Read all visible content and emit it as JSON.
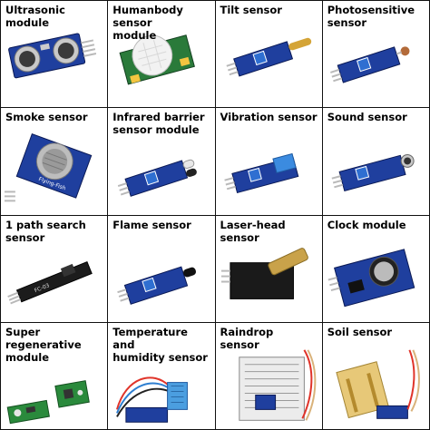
{
  "sensors": [
    {
      "id": "ultrasonic",
      "label": "Ultrasonic module"
    },
    {
      "id": "humanbody",
      "label": "Humanbody sensor\nmodule"
    },
    {
      "id": "tilt",
      "label": "Tilt sensor"
    },
    {
      "id": "photosensitive",
      "label": "Photosensitive\nsensor"
    },
    {
      "id": "smoke",
      "label": "Smoke sensor"
    },
    {
      "id": "infrared-barrier",
      "label": "Infrared barrier\nsensor module"
    },
    {
      "id": "vibration",
      "label": "Vibration sensor"
    },
    {
      "id": "sound",
      "label": "Sound sensor"
    },
    {
      "id": "path-search",
      "label": "1 path search\nsensor"
    },
    {
      "id": "flame",
      "label": "Flame sensor"
    },
    {
      "id": "laser-head",
      "label": "Laser-head sensor"
    },
    {
      "id": "clock",
      "label": "Clock module"
    },
    {
      "id": "super-regenerative",
      "label": "Super regenerative\nmodule"
    },
    {
      "id": "temperature-humidity",
      "label": "Temperature and\nhumidity sensor"
    },
    {
      "id": "raindrop",
      "label": "Raindrop\nsensor"
    },
    {
      "id": "soil",
      "label": "Soil sensor"
    }
  ],
  "board_texts": {
    "smoke_board": "Flying-Fish",
    "path_board": "FC-03"
  },
  "colors": {
    "pcb_blue": "#1f3f9e",
    "pcb_dark": "#0b1a55",
    "pin_metal": "#b9b9b9",
    "pot_blue": "#2f6fd1",
    "grid_line": "#111111"
  }
}
